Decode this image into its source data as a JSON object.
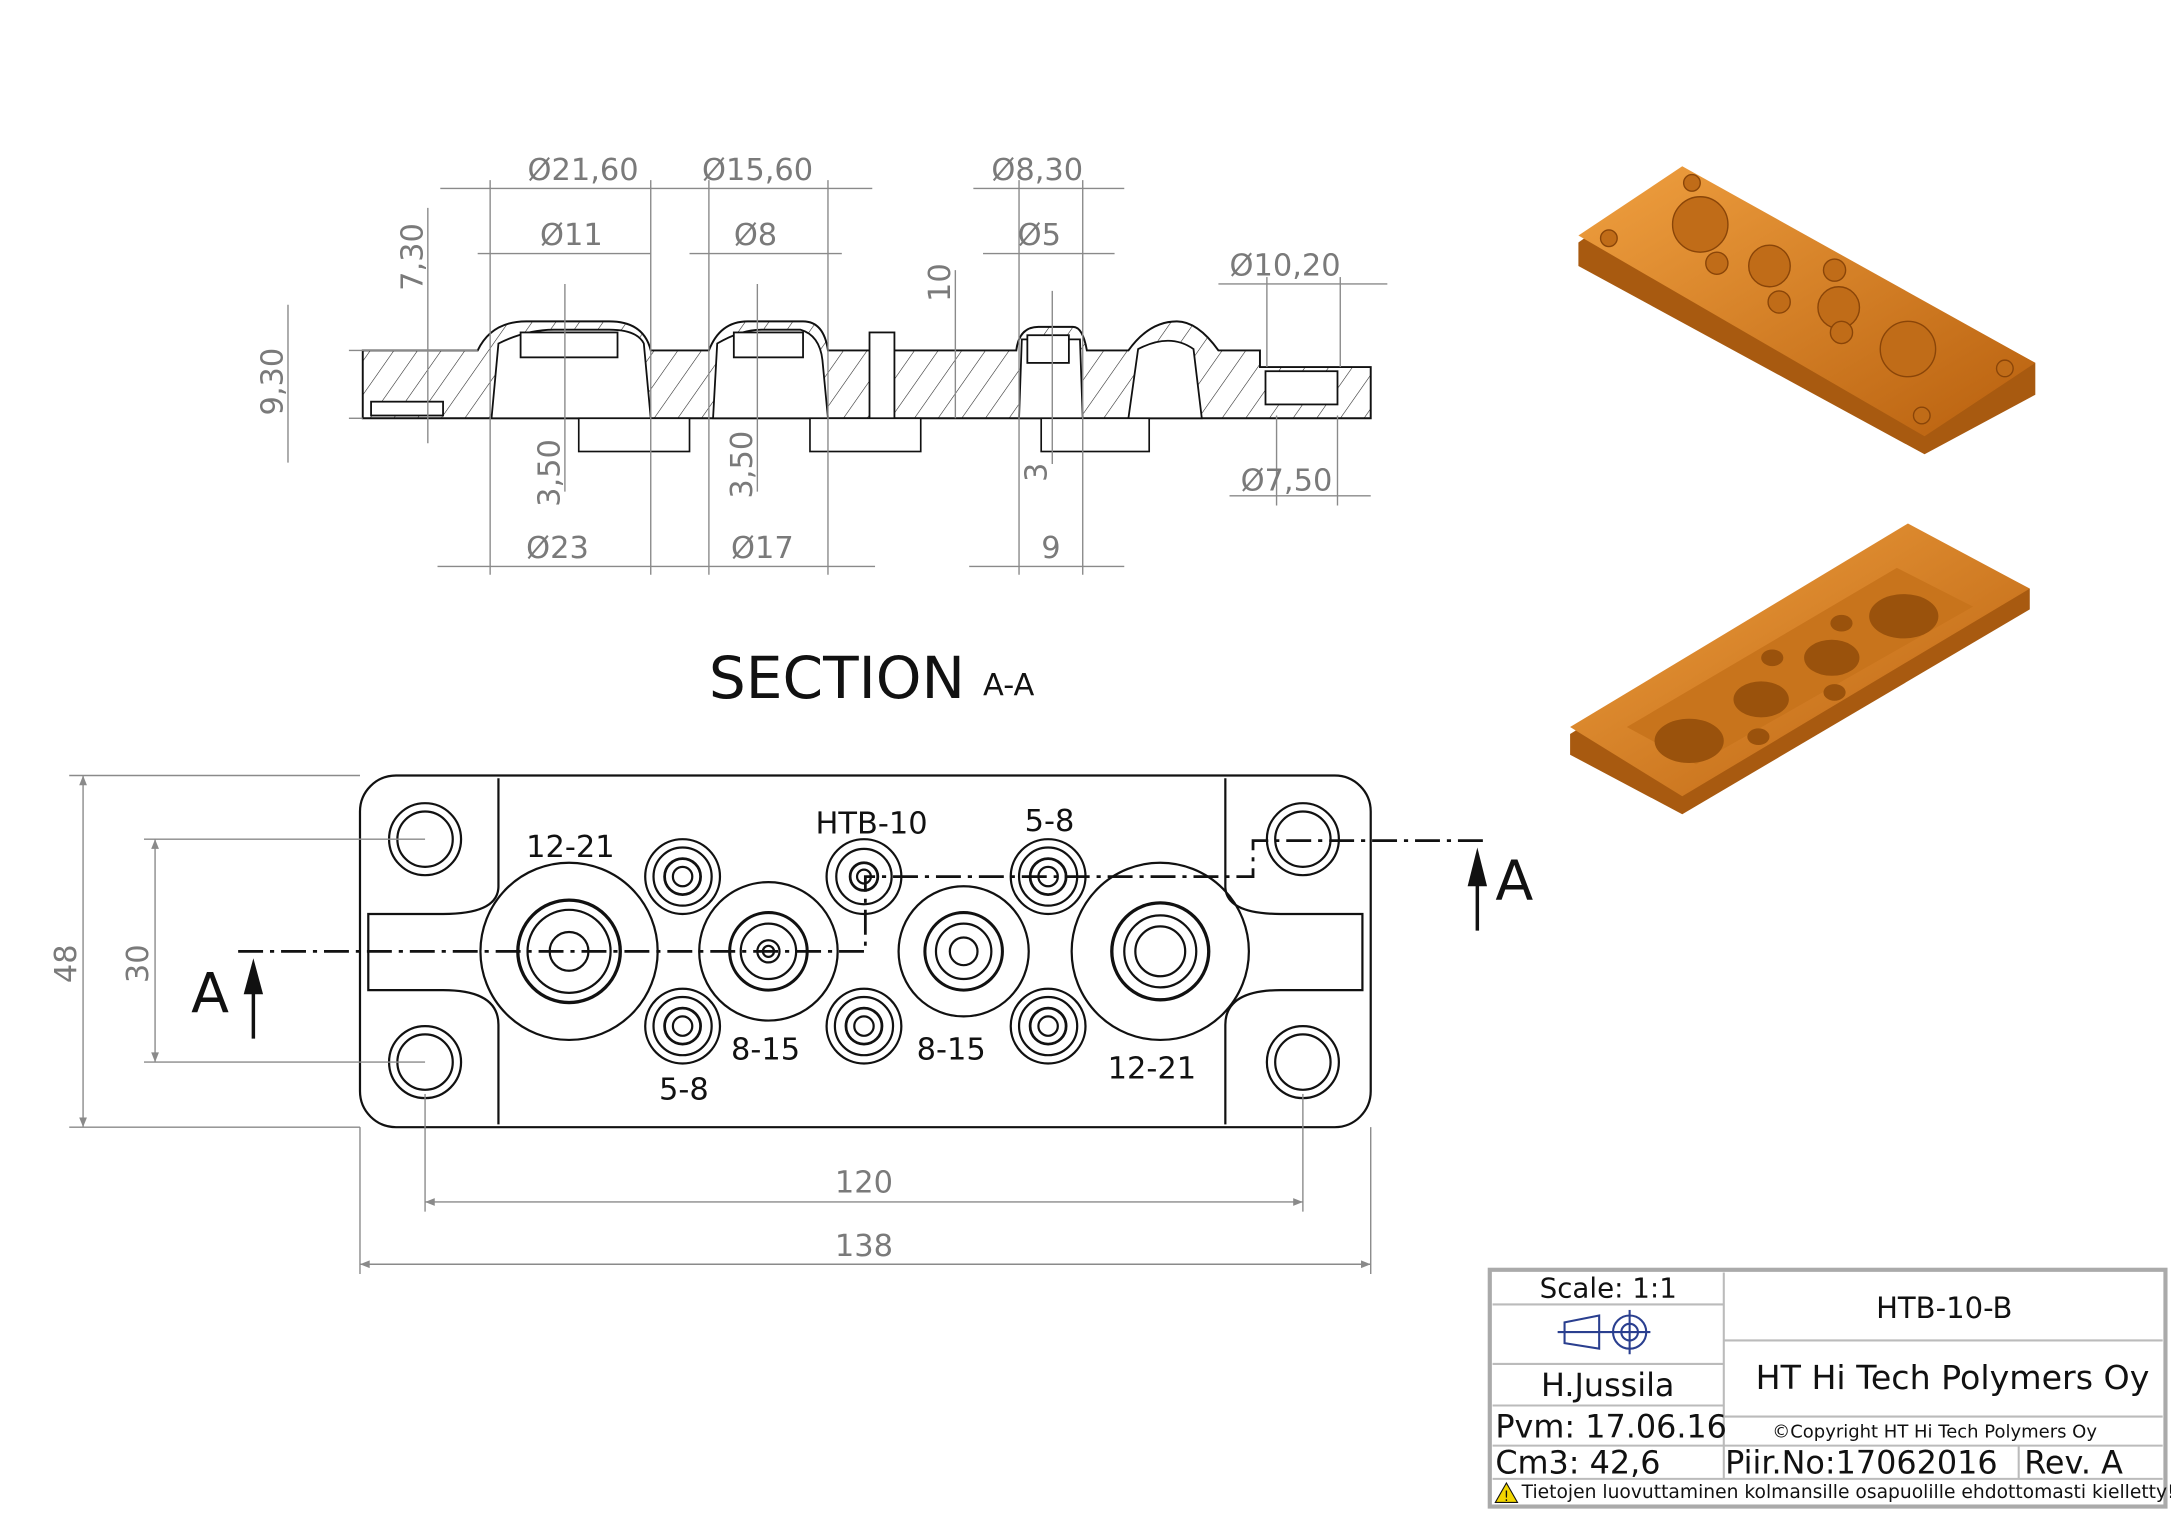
{
  "section_view": {
    "title": "SECTION",
    "title_suffix": "A-A",
    "dims": {
      "d21_60": "Ø21,60",
      "d15_60": "Ø15,60",
      "d8_30": "Ø8,30",
      "d11": "Ø11",
      "d8": "Ø8",
      "d5": "Ø5",
      "d10_20": "Ø10,20",
      "h7_30": "7,30",
      "h9_30": "9,30",
      "h10": "10",
      "h3_50a": "3,50",
      "h3_50b": "3,50",
      "h3": "3",
      "d23": "Ø23",
      "d17": "Ø17",
      "w9": "9",
      "d7_50": "Ø7,50"
    }
  },
  "plan_view": {
    "labels": {
      "l12_21_left": "12-21",
      "htb10": "HTB-10",
      "l5_8_top": "5-8",
      "l8_15_a": "8-15",
      "l8_15_b": "8-15",
      "l5_8_bottom": "5-8",
      "l12_21_right": "12-21"
    },
    "section_marker_left": "A",
    "section_marker_right": "A",
    "dims": {
      "h48": "48",
      "h30": "30",
      "w120": "120",
      "w138": "138"
    }
  },
  "title_block": {
    "scale": "Scale: 1:1",
    "part_no": "HTB-10-B",
    "designer": "H.Jussila",
    "company": "HT Hi Tech Polymers Oy",
    "date": "Pvm: 17.06.16",
    "copyright": "©Copyright HT Hi Tech Polymers Oy",
    "volume": "Cm3: 42,6",
    "drawing_no": "Piir.No:17062016",
    "revision": "Rev. A",
    "warning": "Tietojen luovuttaminen kolmansille osapuolille ehdottomasti kielletty!"
  },
  "colors": {
    "part_orange": "#d9821f",
    "line_gray": "#8a8a8a",
    "symbol_blue": "#2a3f8f"
  }
}
